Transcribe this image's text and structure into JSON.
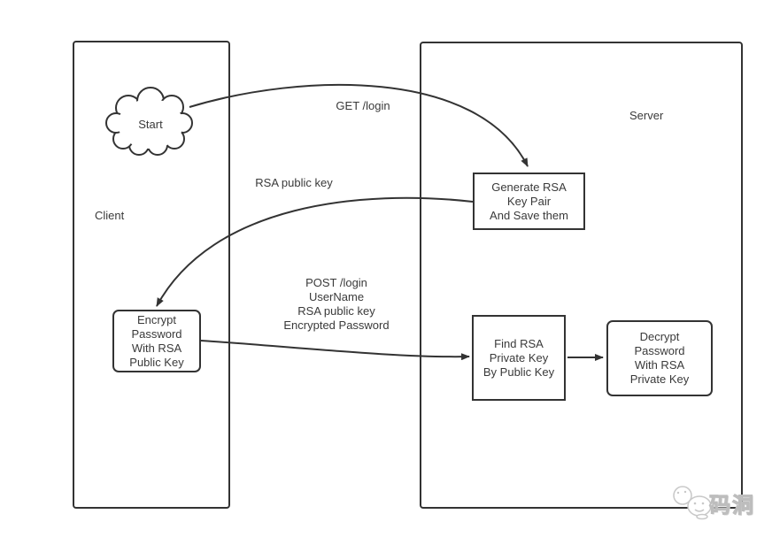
{
  "containers": {
    "client": {
      "label": "Client"
    },
    "server": {
      "label": "Server"
    }
  },
  "nodes": {
    "start": {
      "label": "Start",
      "shape": "cloud"
    },
    "generate": {
      "text": "Generate RSA\nKey Pair\nAnd Save them"
    },
    "encrypt": {
      "text": "Encrypt\nPassword\nWith RSA\nPublic Key"
    },
    "find": {
      "text": "Find RSA\nPrivate Key\nBy Public Key"
    },
    "decrypt": {
      "text": "Decrypt\nPassword\nWith RSA\nPrivate Key"
    }
  },
  "edges": {
    "get_login": {
      "label": "GET /login",
      "from": "start",
      "to": "generate"
    },
    "rsa_public_key": {
      "label": "RSA public key",
      "from": "generate",
      "to": "encrypt"
    },
    "post_login": {
      "label": "POST /login\nUserName\nRSA public key\nEncrypted Password",
      "from": "encrypt",
      "to": "find"
    },
    "find_to_decrypt": {
      "label": "",
      "from": "find",
      "to": "decrypt"
    }
  },
  "watermark": {
    "text": "码洞"
  },
  "colors": {
    "stroke": "#333333",
    "text": "#3a3a3a",
    "background": "#ffffff",
    "watermark": "#c8c8c8"
  }
}
